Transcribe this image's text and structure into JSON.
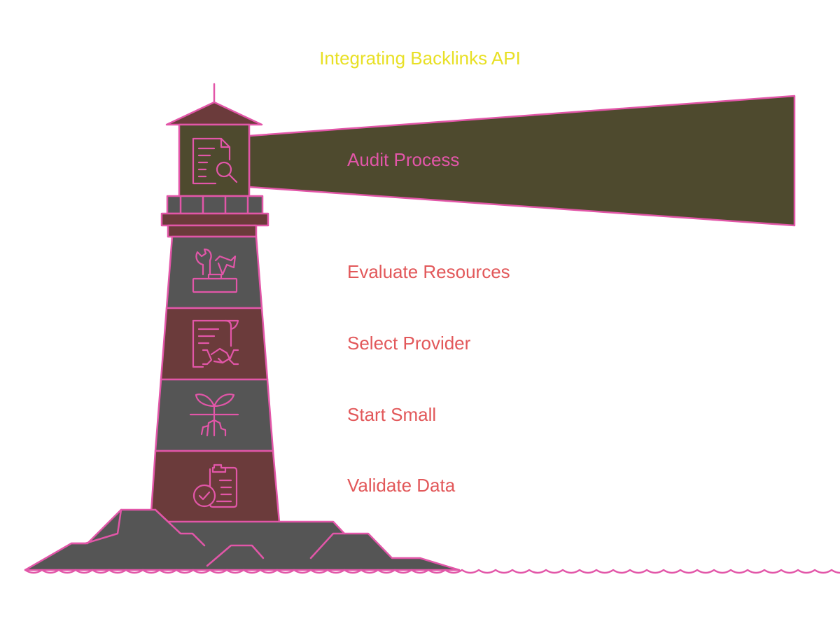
{
  "title": "Integrating Backlinks API",
  "steps": [
    {
      "label": "Audit Process",
      "icon": "document-search-icon"
    },
    {
      "label": "Evaluate Resources",
      "icon": "tools-icon"
    },
    {
      "label": "Select Provider",
      "icon": "contract-handshake-icon"
    },
    {
      "label": "Start Small",
      "icon": "sprout-icon"
    },
    {
      "label": "Validate Data",
      "icon": "clipboard-check-icon"
    }
  ],
  "colors": {
    "outline": "#e256a8",
    "beam": "#4e4a2e",
    "band_dark": "#6b3b3b",
    "band_gray": "#555555",
    "title": "#e8e025",
    "label_primary": "#e256a8",
    "label_secondary": "#e2585a"
  }
}
